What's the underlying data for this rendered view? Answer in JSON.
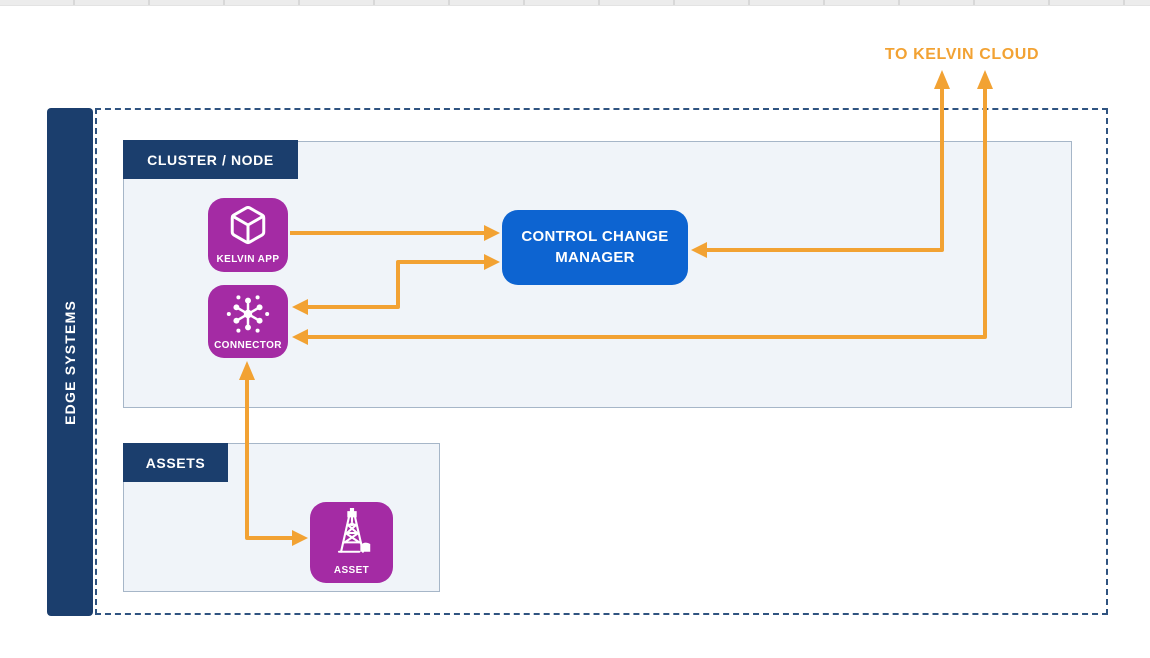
{
  "diagram": {
    "cloud_label": "TO KELVIN CLOUD",
    "edge_systems_label": "EDGE SYSTEMS",
    "cluster_panel": {
      "label": "CLUSTER / NODE"
    },
    "assets_panel": {
      "label": "ASSETS"
    },
    "nodes": {
      "kelvin_app": {
        "label": "KELVIN APP",
        "icon": "cube-icon"
      },
      "connector": {
        "label": "CONNECTOR",
        "icon": "hub-icon"
      },
      "control_change_manager": {
        "label_line1": "CONTROL CHANGE",
        "label_line2": "MANAGER"
      },
      "asset": {
        "label": "ASSET",
        "icon": "oil-derrick-icon"
      }
    },
    "connections": [
      {
        "from": "kelvin-app",
        "to": "control-change-manager",
        "direction": "one-way"
      },
      {
        "from": "connector",
        "to": "control-change-manager",
        "direction": "two-way"
      },
      {
        "from": "control-change-manager",
        "to": "kelvin-cloud",
        "direction": "two-way"
      },
      {
        "from": "connector",
        "to": "kelvin-cloud",
        "direction": "two-way"
      },
      {
        "from": "connector",
        "to": "asset",
        "direction": "two-way"
      }
    ],
    "colors": {
      "accent_orange": "#F2A233",
      "navy": "#1B3E6D",
      "magenta": "#A42BA4",
      "blue": "#0D64D1",
      "panel_bg": "#F0F4F9",
      "panel_border": "#A6B6C8",
      "dashed_border": "#2F5380"
    }
  }
}
